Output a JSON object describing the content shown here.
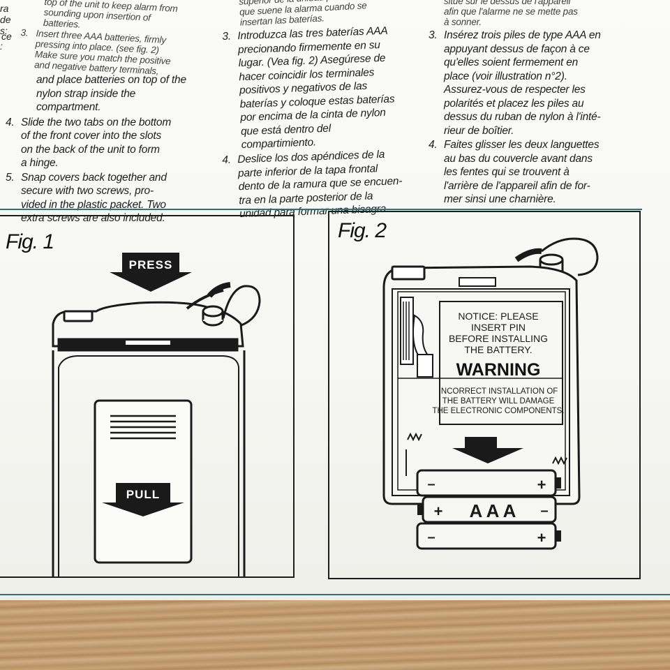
{
  "english": {
    "continued": [
      "top of the unit to keep alarm from",
      "sounding upon insertion of",
      "batteries."
    ],
    "step3": {
      "num": "3.",
      "lines": [
        "Insert three AAA batteries, firmly",
        "pressing into place. (see fig. 2)",
        "Make sure you match the positive",
        "and negative battery terminals,",
        "and place batteries on top of the",
        "nylon strap inside the",
        "compartment."
      ]
    },
    "step4": {
      "num": "4.",
      "lines": [
        "Slide the two tabs on the bottom",
        "of the front cover into the slots",
        "on the back of the unit to form",
        "a hinge."
      ]
    },
    "step5": {
      "num": "5.",
      "lines": [
        "Snap covers back together and",
        "secure with two screws, pro-",
        "vided in the plastic packet. Two",
        "extra screws are also included."
      ]
    }
  },
  "left_fragments": [
    "ra",
    "de",
    "s:",
    "ce",
    ":"
  ],
  "spanish": {
    "continued": [
      "superior de la unidad para evitar",
      "que suene la alarma cuando se",
      "insertan las baterías."
    ],
    "step3": {
      "num": "3.",
      "lines": [
        "Introduzca las tres baterías AAA",
        "precionando firmemente en su",
        "lugar. (Vea fig. 2) Asegúrese de",
        "hacer coincidir los terminales",
        "positivos y negativos de las",
        "baterías y coloque estas baterías",
        "por encima de la cinta de nylon",
        "que está dentro del",
        "compartimiento."
      ]
    },
    "step4": {
      "num": "4.",
      "lines": [
        "Deslice los dos apéndices de la",
        "parte inferior de la tapa frontal",
        "dento de la ramura que se encuen-",
        "tra en la parte posterior de la",
        "unidad para formar una bisagra."
      ]
    }
  },
  "french": {
    "continued": [
      "situé sur le dessus de l'appareil",
      "afin que l'alarme ne se mette pas",
      "à sonner."
    ],
    "step3": {
      "num": "3.",
      "lines": [
        "Insérez trois piles de type AAA en",
        "appuyant dessus de façon à ce",
        "qu'elles soient fermement en",
        "place (voir illustration n°2).",
        "Assurez-vous de respecter les",
        "polarités et placez les piles au",
        "dessus du ruban de nylon à l'inté-",
        "rieur de boîtier."
      ]
    },
    "step4": {
      "num": "4.",
      "lines": [
        "Faites glisser les deux languettes",
        "au bas du couvercle avant dans",
        "les fentes qui se trouvent à",
        "l'arrière de l'appareil afin de for-",
        "mer sinsi une charnière."
      ]
    }
  },
  "fig1": {
    "title": "Fig. 1",
    "press_label": "PRESS",
    "pull_label": "PULL"
  },
  "fig2": {
    "title": "Fig. 2",
    "notice_lines": [
      "NOTICE: PLEASE",
      "INSERT PIN",
      "BEFORE INSTALLING",
      "THE BATTERY."
    ],
    "warning_title": "WARNING",
    "warning_lines": [
      "INCORRECT INSTALLATION OF",
      "THE BATTERY WILL DAMAGE",
      "THE ELECTRONIC COMPONENTS."
    ],
    "battery_label": "A A A",
    "plus": "+",
    "minus": "–"
  },
  "colors": {
    "rule": "#2e6f78",
    "ink": "#1c1c1c",
    "paper": "#f8f8f5",
    "wood": "#c6a47e"
  }
}
